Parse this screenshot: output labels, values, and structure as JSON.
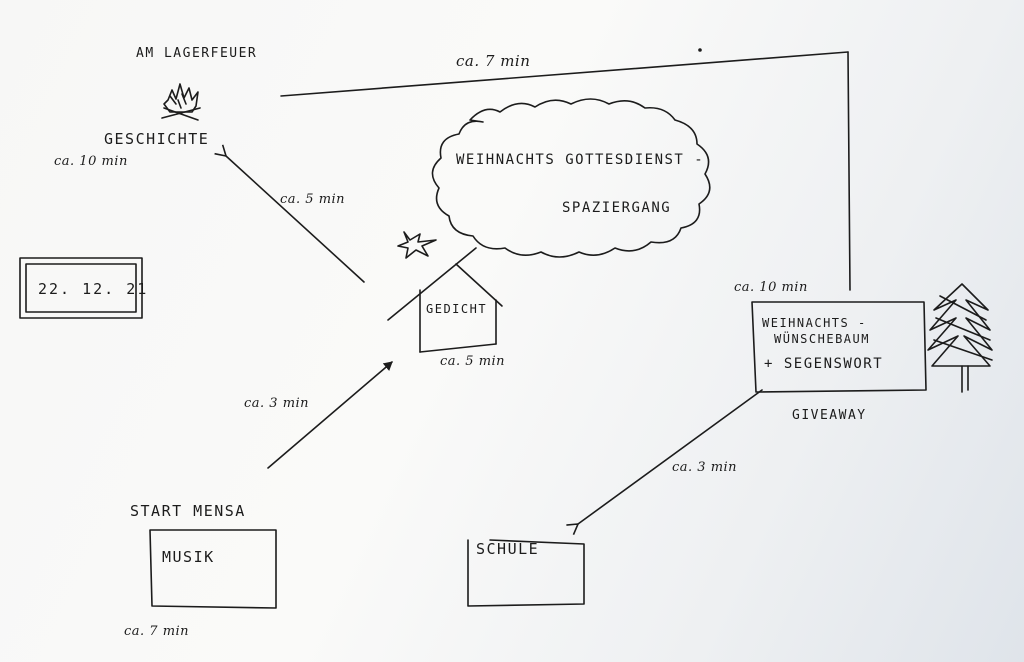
{
  "diagram": {
    "labels": {
      "am_lagerfeuer": "AM LAGERFEUER",
      "geschichte": "GESCHICHTE",
      "geschichte_time": "ca. 10 min",
      "arrow_to_geschichte_time": "ca. 5 min",
      "top_path_time": "ca. 7 min",
      "cloud_line1": "WEIHNACHTS GOTTESDIENST -",
      "cloud_line2": "SPAZIERGANG",
      "date": "22. 12. 21",
      "gedicht": "GEDICHT",
      "gedicht_time": "ca. 5 min",
      "arrow_to_gedicht_time": "ca. 3 min",
      "baum_time": "ca. 10 min",
      "baum_line1": "WEIHNACHTS -",
      "baum_line2": "WÜNSCHEBAUM",
      "baum_line3": "+ SEGENSWORT",
      "giveaway": "GIVEAWAY",
      "arrow_to_schule_time": "ca. 3 min",
      "start_mensa": "START MENSA",
      "musik": "MUSIK",
      "start_time": "ca. 7 min",
      "schule": "SCHULE"
    },
    "icons": [
      "campfire-icon",
      "star-icon",
      "house-icon",
      "christmas-tree-icon",
      "cloud-shape"
    ],
    "ink_color": "#1c1c1c"
  }
}
